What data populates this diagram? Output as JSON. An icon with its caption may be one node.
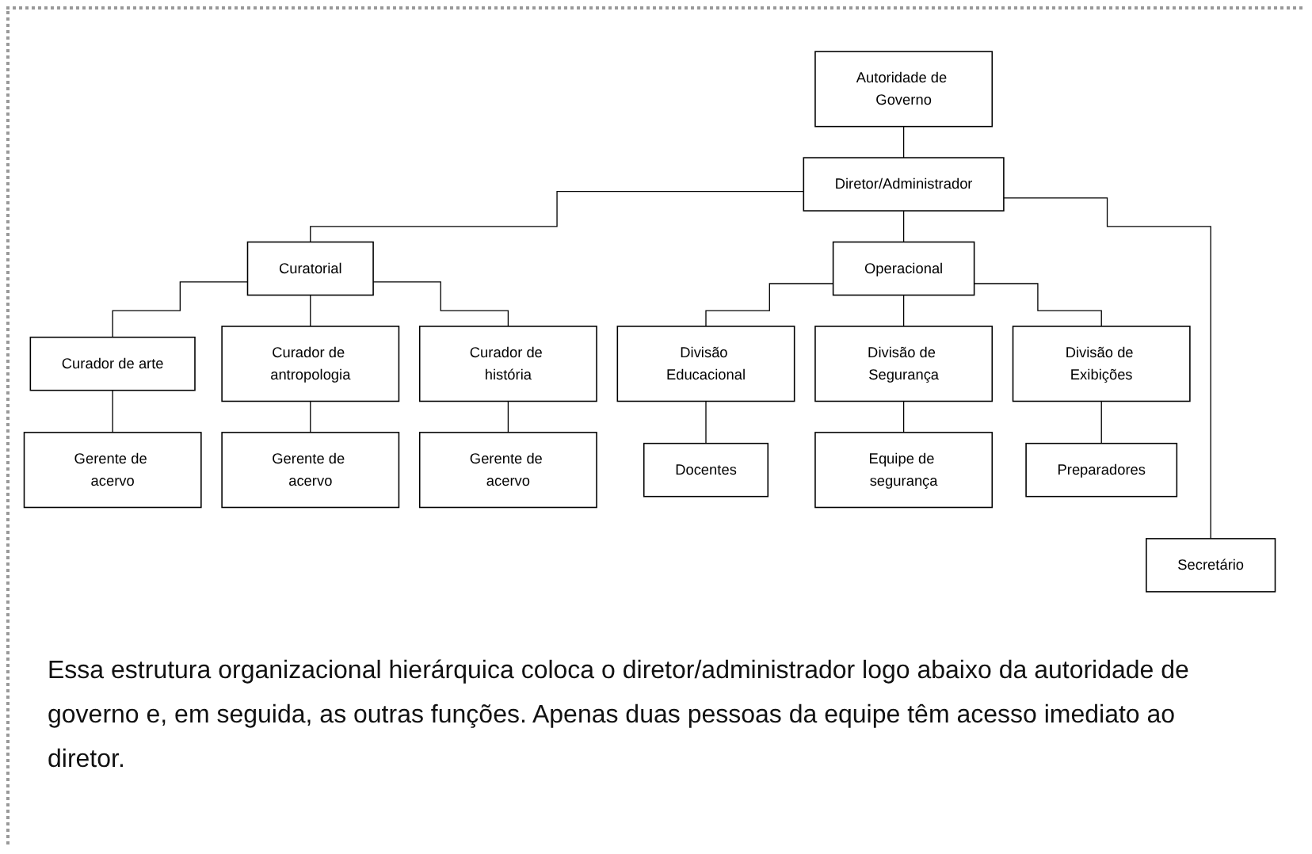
{
  "diagram": {
    "caption": "Essa estrutura organizacional hierárquica coloca o diretor/administrador logo abaixo da autoridade de governo e, em seguida, as outras funções. Apenas duas pessoas da equipe têm acesso imediato ao diretor.",
    "nodes": [
      {
        "text": [
          "Autoridade de Governo"
        ]
      },
      {
        "text": [
          "Diretor/Administrador"
        ]
      },
      {
        "text": [
          "Curatorial"
        ]
      },
      {
        "text": [
          "Operacional"
        ]
      },
      {
        "text": [
          "Curador de arte"
        ]
      },
      {
        "text": [
          "Curador de antropologia"
        ]
      },
      {
        "text": [
          "Curador de história"
        ]
      },
      {
        "text": [
          "Divisão Educacional"
        ]
      },
      {
        "text": [
          "Divisão de Segurança"
        ]
      },
      {
        "text": [
          "Divisão de Exibições"
        ]
      },
      {
        "text": [
          "Gerente de acervo"
        ]
      },
      {
        "text": [
          "Gerente de acervo"
        ]
      },
      {
        "text": [
          "Gerente de acervo"
        ]
      },
      {
        "text": [
          "Docentes"
        ]
      },
      {
        "text": [
          "Equipe de segurança"
        ]
      },
      {
        "text": [
          "Preparadores"
        ]
      },
      {
        "text": [
          "Secretário"
        ]
      }
    ],
    "edges": [
      {
        "from": 0,
        "to": 1,
        "arrow": "none"
      },
      {
        "from": 1,
        "to": 2,
        "arrow": "none"
      },
      {
        "from": 1,
        "to": 3,
        "arrow": "none"
      },
      {
        "from": 1,
        "to": 16,
        "arrow": "none"
      },
      {
        "from": 2,
        "to": 4,
        "arrow": "none"
      },
      {
        "from": 2,
        "to": 5,
        "arrow": "none"
      },
      {
        "from": 2,
        "to": 6,
        "arrow": "none"
      },
      {
        "from": 3,
        "to": 7,
        "arrow": "none"
      },
      {
        "from": 3,
        "to": 8,
        "arrow": "none"
      },
      {
        "from": 3,
        "to": 9,
        "arrow": "none"
      },
      {
        "from": 4,
        "to": 10,
        "arrow": "none"
      },
      {
        "from": 5,
        "to": 11,
        "arrow": "none"
      },
      {
        "from": 6,
        "to": 12,
        "arrow": "none"
      },
      {
        "from": 7,
        "to": 13,
        "arrow": "none"
      },
      {
        "from": 8,
        "to": 14,
        "arrow": "none"
      },
      {
        "from": 9,
        "to": 15,
        "arrow": "none"
      }
    ]
  }
}
